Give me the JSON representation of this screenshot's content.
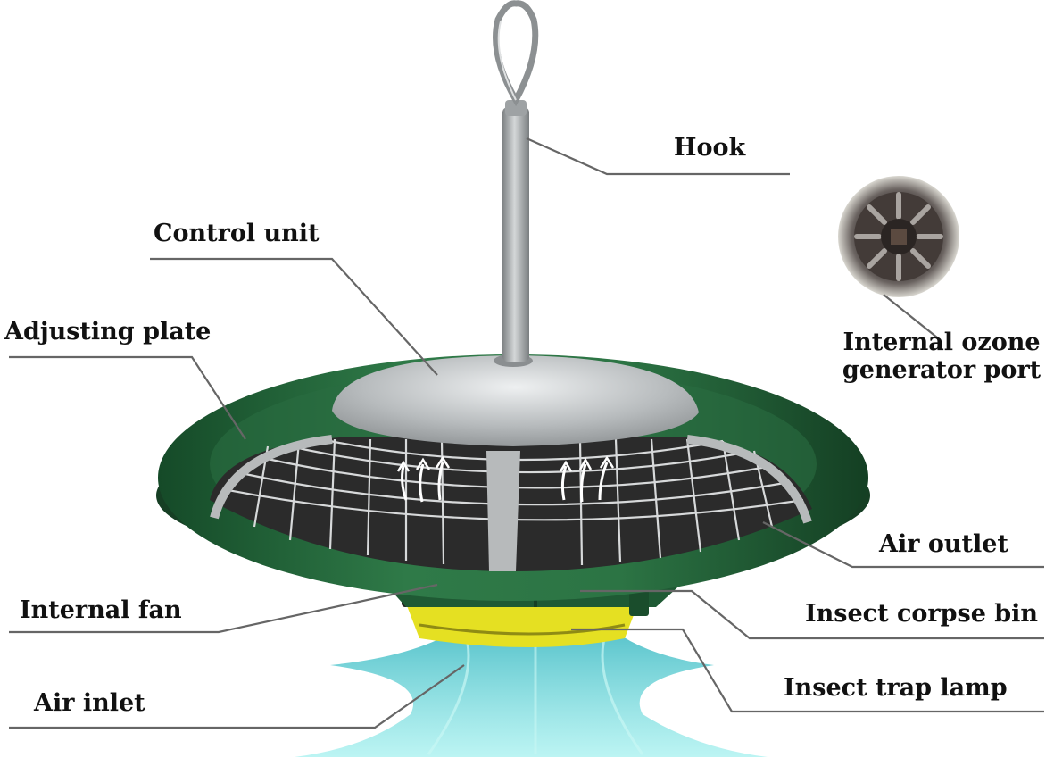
{
  "labels": {
    "hook": "Hook",
    "control_unit": "Control unit",
    "adjusting_plate": "Adjusting plate",
    "internal_ozone_generator_port_line1": "Internal ozone",
    "internal_ozone_generator_port_line2": "generator port",
    "air_outlet": "Air outlet",
    "internal_fan": "Internal fan",
    "insect_corpse_bin": "Insect corpse bin",
    "air_inlet": "Air inlet",
    "insect_trap_lamp": "Insect trap lamp"
  },
  "colors": {
    "body_green": "#1f5a34",
    "body_green_light": "#3d8a57",
    "metal": "#a9adae",
    "grill": "#2b2b2b",
    "lamp_yellow": "#e5e022",
    "airflow_cyan": "#5fd6d8",
    "leader_line": "#666666"
  }
}
